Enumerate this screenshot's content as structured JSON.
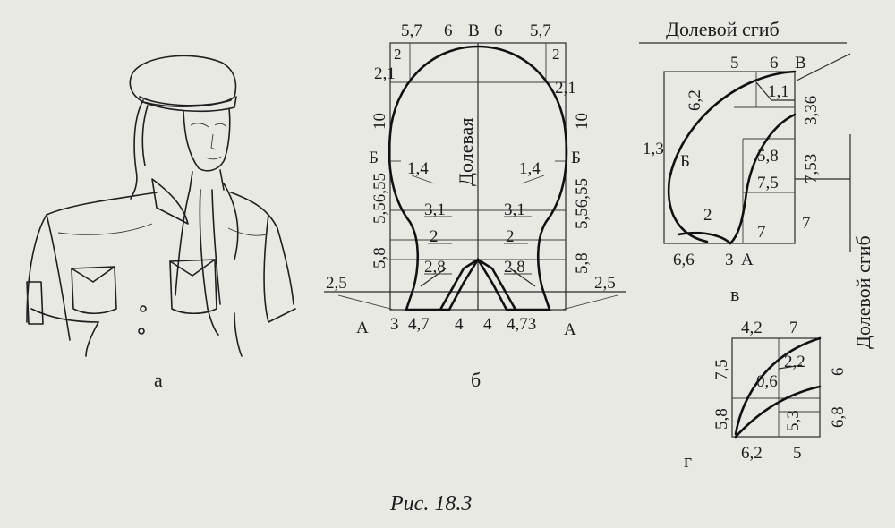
{
  "figure": {
    "caption": "Рис. 18.3",
    "panel_letters": {
      "a": "а",
      "b": "б",
      "v": "в",
      "g": "г"
    }
  },
  "panel_b": {
    "top": [
      "5,7",
      "6",
      "В",
      "6",
      "5,7"
    ],
    "top_corner_left": "2",
    "top_corner_right": "2",
    "left_21": "2,1",
    "right_21": "2,1",
    "left_10": "10",
    "right_10": "10",
    "left_B": "Б",
    "right_B": "Б",
    "left_side_mid": "5,56,55",
    "right_side_mid": "5,56,55",
    "left_side_low": "5,8",
    "right_side_low": "5,8",
    "center_label": "Долевая",
    "left_14": "1,4",
    "right_14": "1,4",
    "left_31": "3,1",
    "right_31": "3,1",
    "left_2": "2",
    "right_2": "2",
    "left_28": "2,8",
    "right_28": "2,8",
    "left_25": "2,5",
    "right_25": "2,5",
    "bottom": [
      "А",
      "3",
      "4,7",
      "4",
      "4",
      "4,73",
      "А"
    ]
  },
  "panel_v": {
    "fold_top": "Долевой сгиб",
    "fold_side": "Долевой сгиб",
    "top": [
      "5",
      "6",
      "В"
    ],
    "left_62": "6,2",
    "val_11": "1,1",
    "right_336": "3,36",
    "right_753": "7,53",
    "left_13": "1,3",
    "point_B": "Б",
    "val_58": "5,8",
    "val_75": "7,5",
    "val_2": "2",
    "val_7a": "7",
    "val_7b": "7",
    "bottom": [
      "6,6",
      "3",
      "А"
    ]
  },
  "panel_g": {
    "top": [
      "4,2",
      "7"
    ],
    "left_75": "7,5",
    "left_58": "5,8",
    "val_22": "2,2",
    "val_06": "0,6",
    "val_53": "5,3",
    "right_6": "6",
    "right_68": "6,8",
    "bottom": [
      "6,2",
      "5"
    ]
  }
}
